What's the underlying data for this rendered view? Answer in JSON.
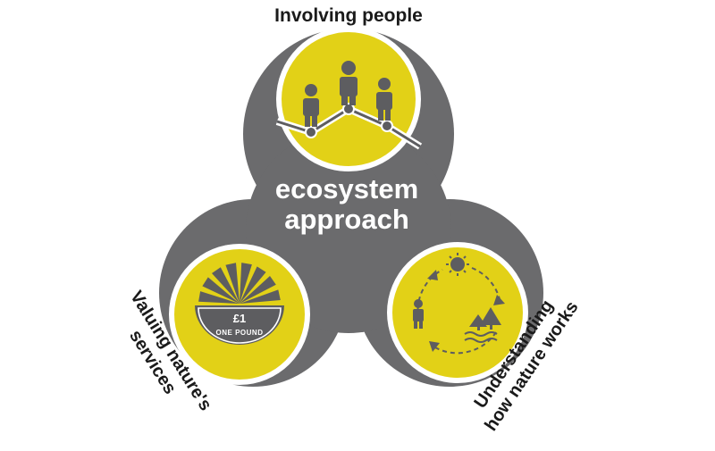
{
  "center": {
    "line1": "ecosystem",
    "line2": "approach"
  },
  "nodes": {
    "top": {
      "label": "Involving people"
    },
    "left": {
      "line1": "Valuing nature's",
      "line2": "services",
      "coin_value": "£1",
      "coin_text": "ONE POUND"
    },
    "right": {
      "line1": "Understanding",
      "line2": "how nature works"
    }
  },
  "colors": {
    "blob": "#6b6b6d",
    "yellow": "#e2d117",
    "ring": "#ffffff",
    "text": "#1a1a1a",
    "icon": "#5d5d60"
  }
}
